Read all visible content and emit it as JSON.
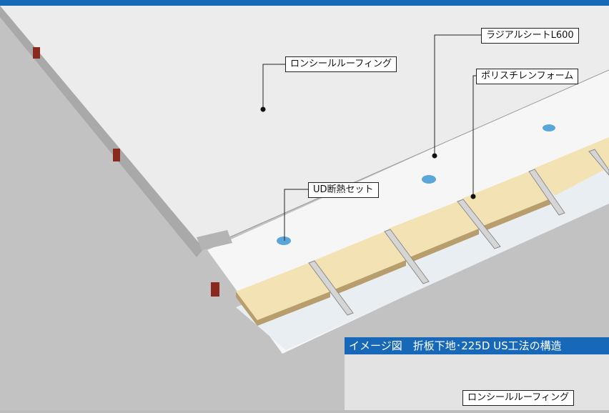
{
  "colors": {
    "banner": "#1768b8",
    "background": "#bdbdbd",
    "sheet": "#ececec",
    "foam": "#f3e3b4",
    "fastener": "#5aa6d8",
    "bracket": "#8a2a1e"
  },
  "labels": {
    "roofing": "ロンシールルーフィング",
    "radial_sheet": "ラジアルシートL600",
    "foam": "ポリスチレンフォーム",
    "ud_set": "UD断熱セット"
  },
  "inset": {
    "title": "イメージ図　折板下地･225D US工法の構造",
    "roofing": "ロンシールルーフィング"
  }
}
